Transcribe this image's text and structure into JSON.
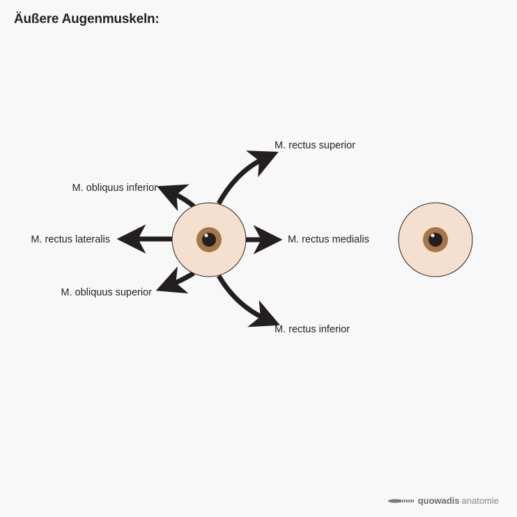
{
  "title": "Äußere Augenmuskeln:",
  "muscles": {
    "rectus_superior": "M. rectus superior",
    "obliquus_inferior": "M. obliquus inferior",
    "rectus_lateralis": "M. rectus lateralis",
    "rectus_medialis": "M. rectus medialis",
    "obliquus_superior": "M. obliquus superior",
    "rectus_inferior": "M. rectus inferior"
  },
  "brand": {
    "part1": "quowadis",
    "part2": "anatomie",
    "icon": "scalpel-icon"
  },
  "colors": {
    "background": "#f8f8f8",
    "sclera": "#f5e0cf",
    "iris": "#a6754a",
    "pupil": "#231f20",
    "arrow": "#231f20",
    "outline": "#231f20"
  }
}
